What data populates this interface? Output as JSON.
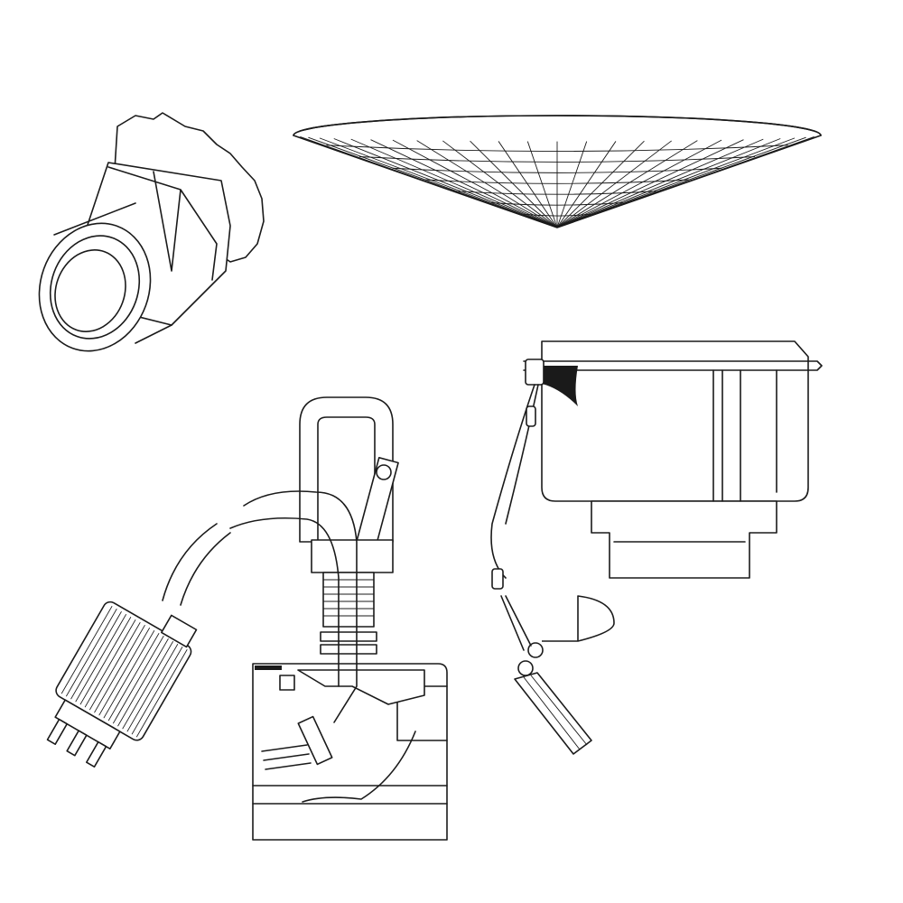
{
  "colors": {
    "stroke": "#1a1a1a",
    "background": "#ffffff"
  },
  "drawings": [
    "conduit-fitting",
    "conical-mesh",
    "junction-box-with-hook-and-plug",
    "float-switch-housing"
  ]
}
